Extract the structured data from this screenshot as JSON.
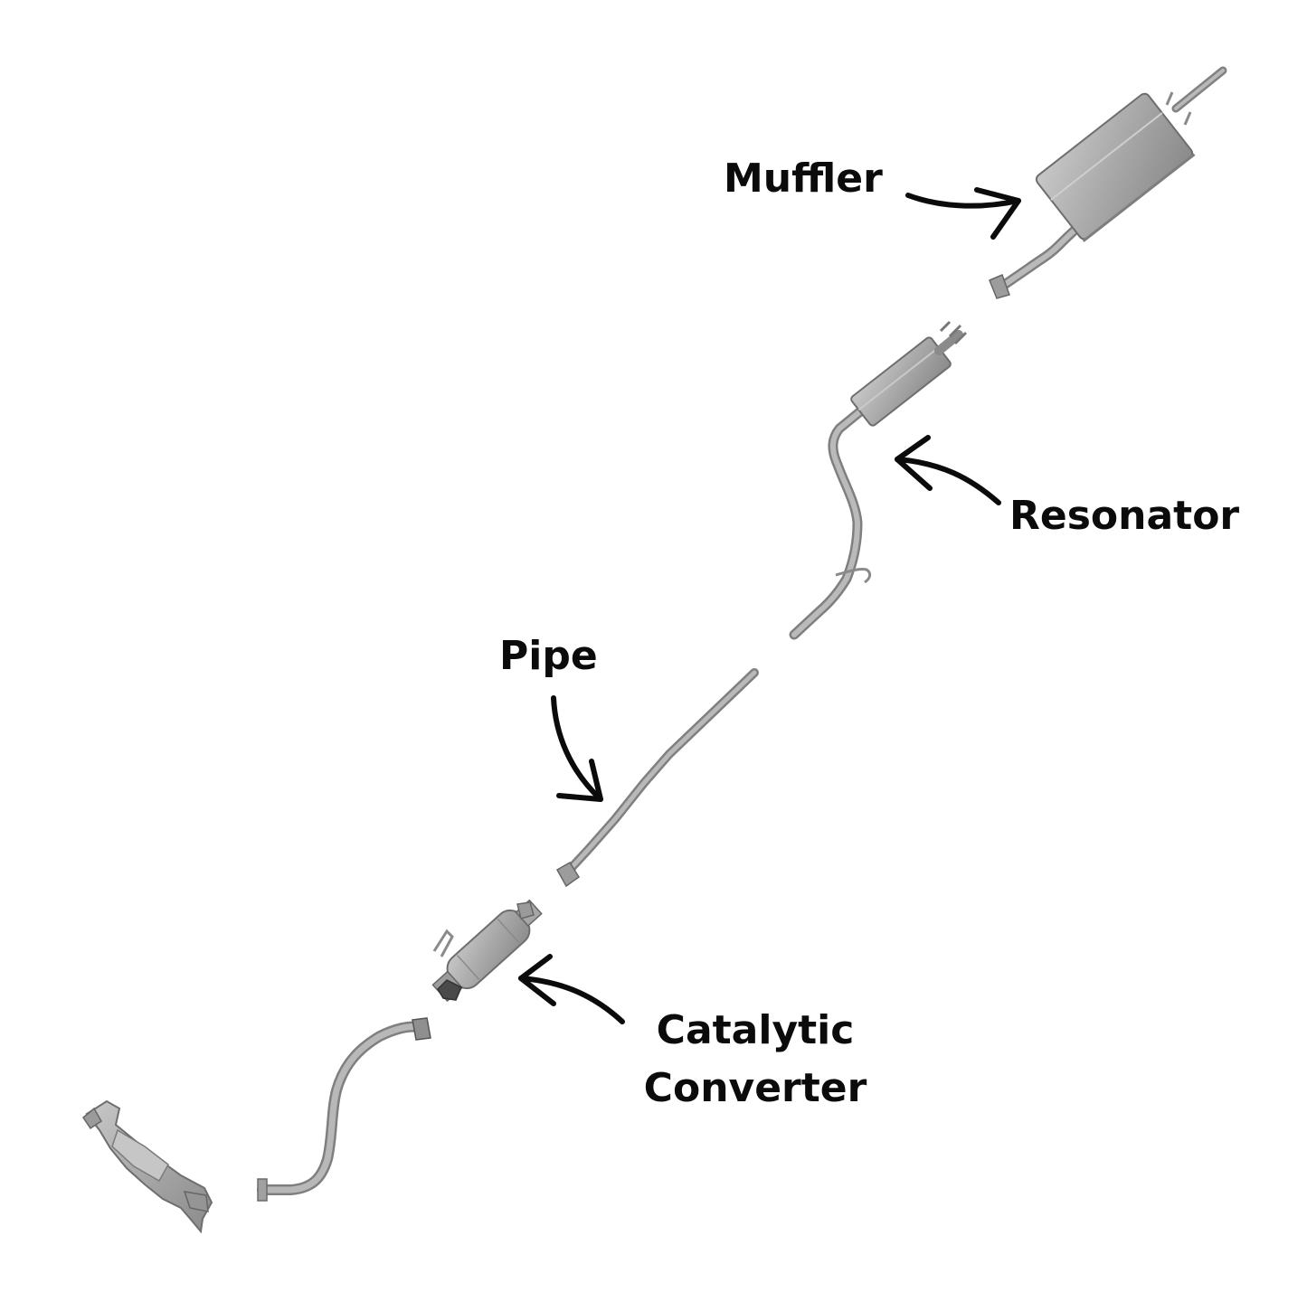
{
  "labels": {
    "muffler": "Muffler",
    "resonator": "Resonator",
    "pipe": "Pipe",
    "catalytic_line1": "Catalytic",
    "catalytic_line2": "Converter"
  },
  "colors": {
    "background": "#ffffff",
    "part_metal": "#a9a9a9",
    "part_light": "#c4c4c4",
    "part_dark": "#7d7d7d",
    "arrow": "#0b0b0b"
  },
  "parts": [
    "exhaust-manifold",
    "front-pipe",
    "catalytic-converter",
    "intermediate-pipe",
    "resonator",
    "muffler"
  ]
}
